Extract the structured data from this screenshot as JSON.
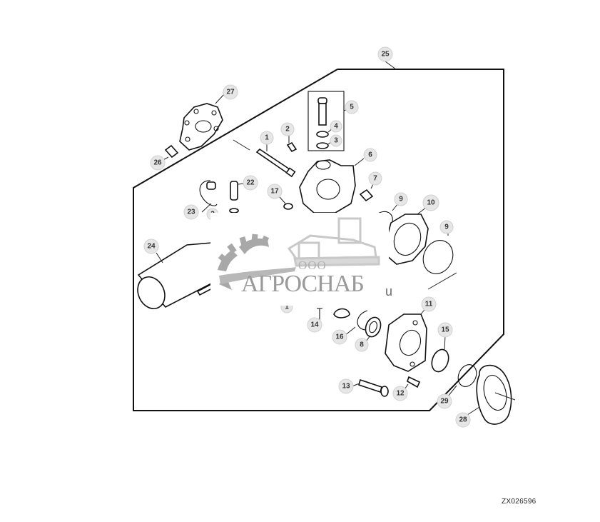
{
  "figure": {
    "code": "ZX026596",
    "type": "exploded-parts-diagram"
  },
  "watermark": {
    "prefix": "ООО",
    "name": "АГРОСНАБ",
    "fragment": "u"
  },
  "callouts": [
    {
      "id": "c1",
      "label": "1"
    },
    {
      "id": "c2",
      "label": "2"
    },
    {
      "id": "c3",
      "label": "3"
    },
    {
      "id": "c4",
      "label": "4"
    },
    {
      "id": "c5",
      "label": "5"
    },
    {
      "id": "c6",
      "label": "6"
    },
    {
      "id": "c7",
      "label": "7"
    },
    {
      "id": "c8",
      "label": "8"
    },
    {
      "id": "c9a",
      "label": "9"
    },
    {
      "id": "c9b",
      "label": "9"
    },
    {
      "id": "c10",
      "label": "10"
    },
    {
      "id": "c11",
      "label": "11"
    },
    {
      "id": "c12",
      "label": "12"
    },
    {
      "id": "c13",
      "label": "13"
    },
    {
      "id": "c14",
      "label": "14"
    },
    {
      "id": "c15",
      "label": "15"
    },
    {
      "id": "c16",
      "label": "16"
    },
    {
      "id": "c17",
      "label": "17"
    },
    {
      "id": "c22",
      "label": "22"
    },
    {
      "id": "c23",
      "label": "23"
    },
    {
      "id": "c24",
      "label": "24"
    },
    {
      "id": "c25",
      "label": "25"
    },
    {
      "id": "c26",
      "label": "26"
    },
    {
      "id": "c27",
      "label": "27"
    },
    {
      "id": "c28",
      "label": "28"
    },
    {
      "id": "c29",
      "label": "29"
    },
    {
      "id": "c2x",
      "label": "2"
    },
    {
      "id": "c1x",
      "label": "1"
    }
  ]
}
